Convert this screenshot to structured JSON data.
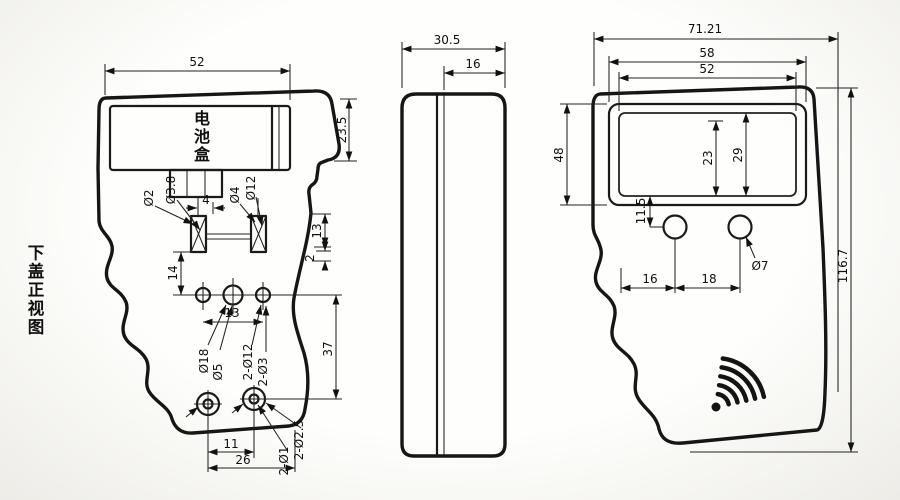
{
  "page": {
    "background": "#f3f2ee",
    "ink": "#161616"
  },
  "labels": {
    "view_title": "下盖正视图",
    "battery_box": "电池盒"
  },
  "left_view": {
    "dims": {
      "width": "52",
      "head_height": "23.5",
      "boss_small": "Ø2",
      "boss_small_outer": "Ø3.8",
      "post_hole": "Ø4",
      "post_outer": "Ø12",
      "post_gap": "4",
      "rib_height": "13",
      "rib_thickness": "2",
      "boss_offset": "14",
      "center_span": "13",
      "center_boss": "Ø18",
      "center_hole": "Ø5",
      "pair_boss": "2-Ø12",
      "pair_hole": "2-Ø3",
      "screw_pitch": "11",
      "screw_span": "26",
      "screw_hole_pair": "2-Ø2.5",
      "pin_hole_pair": "2-Ø1"
    }
  },
  "side_view": {
    "dims": {
      "depth": "30.5",
      "cover_depth": "16"
    }
  },
  "front_view": {
    "dims": {
      "width": "71.21",
      "window_width": "58",
      "window_inner_width": "52",
      "head_height": "48",
      "window_height": "29",
      "window_inner_height": "23",
      "button_drop": "11.5",
      "button_dia": "Ø7",
      "button_left_span": "16",
      "button_pitch": "18",
      "total_height": "116.7"
    }
  }
}
